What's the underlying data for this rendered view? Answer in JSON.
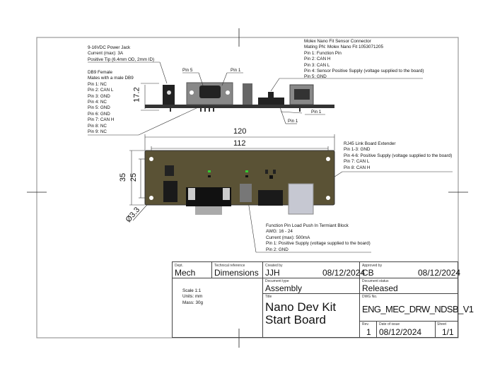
{
  "notes": {
    "power_jack": [
      "9-16VDC Power Jack",
      "Current (max): 3A",
      "Positive Tip (6.4mm OD, 2mm ID)"
    ],
    "db9": [
      "DB9 Female",
      "Mates with a male DB9",
      "Pin 1: NC",
      "Pin 2: CAN L",
      "Pin 3: GND",
      "Pin 4: NC",
      "Pin 5: GND",
      "Pin 6: GND",
      "Pin 7: CAN H",
      "Pin 8: NC",
      "Pin 9: NC"
    ],
    "molex": [
      "Molex Nano Fit Sensor Connector",
      "Mating PN: Molex Nano Fit 1053071205",
      "Pin 1: Function Pin",
      "Pin 2: CAN H",
      "Pin 3: CAN L",
      "Pin 4: Sensor Positive Supply (voltage supplied to the board)",
      "Pin 5: GND"
    ],
    "rj45": [
      "RJ45 Link Board Extender",
      "Pin 1-3: GND",
      "Pin 4-6: Positive Supply (voltage supplied to the board)",
      "Pin 7: CAN L",
      "Pin 8: CAN H"
    ],
    "terminal": [
      "Function Pin Load Push In Termiant Block",
      "AWG: 16 - 24",
      "Current (max): 500mA",
      "Pin 1: Positive Supply (voltage supplied to the board)",
      "Pin 2: GND"
    ],
    "pin5": "Pin 5",
    "pin1_db9": "Pin 1",
    "pin1_molex": "Pin 1",
    "pin1_rj45": "Pin 1"
  },
  "dimensions": {
    "height_side": "17.2",
    "width_overall": "120",
    "hole_spacing_x": "112",
    "height_overall": "35",
    "hole_spacing_y": "25",
    "hole_dia": "Ø3.3"
  },
  "title_block": {
    "dept_label": "Dept.",
    "dept": "Mech",
    "techref_label": "Technical reference",
    "techref": "Dimensions",
    "created_label": "Created by",
    "created_by": "JJH",
    "created_date": "08/12/2024",
    "approved_label": "Approved by",
    "approved_by": "CB",
    "approved_date": "08/12/2024",
    "doctype_label": "Document type",
    "doctype": "Assembly",
    "status_label": "Document status",
    "status": "Released",
    "title_label": "Title",
    "title_line1": "Nano Dev Kit",
    "title_line2": "Start Board",
    "dwg_label": "DWG No.",
    "dwg": "ENG_MEC_DRW_NDSB_V1",
    "rev_label": "Rev.",
    "rev": "1",
    "issue_label": "Date of issue",
    "issue_date": "08/12/2024",
    "sheet_label": "Sheet",
    "sheet": "1/1",
    "scale": "Scale 1:1",
    "units": "Units: mm",
    "mass": "Mass: 30g"
  }
}
